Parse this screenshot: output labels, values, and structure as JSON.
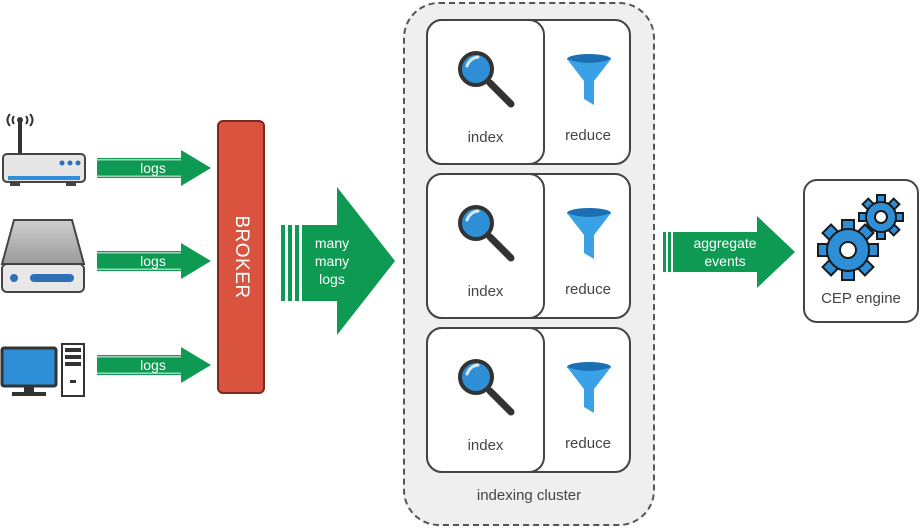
{
  "sources": [
    {
      "icon": "router-icon",
      "arrow_label": "logs"
    },
    {
      "icon": "storage-drive-icon",
      "arrow_label": "logs"
    },
    {
      "icon": "desktop-computer-icon",
      "arrow_label": "logs"
    }
  ],
  "broker": {
    "label": "BROKER"
  },
  "big_arrow": {
    "line1": "many",
    "line2": "many",
    "line3": "logs"
  },
  "cluster": {
    "label": "indexing cluster",
    "nodes": [
      {
        "index_label": "index",
        "reduce_label": "reduce"
      },
      {
        "index_label": "index",
        "reduce_label": "reduce"
      },
      {
        "index_label": "index",
        "reduce_label": "reduce"
      }
    ]
  },
  "aggregate_arrow": {
    "line1": "aggregate",
    "line2": "events"
  },
  "cep": {
    "label": "CEP engine",
    "icon": "gears-icon"
  },
  "colors": {
    "arrow_green": "#0e9a52",
    "broker_red": "#d9533f",
    "icon_blue": "#2f8fd6",
    "funnel_blue": "#3aa1e6"
  }
}
